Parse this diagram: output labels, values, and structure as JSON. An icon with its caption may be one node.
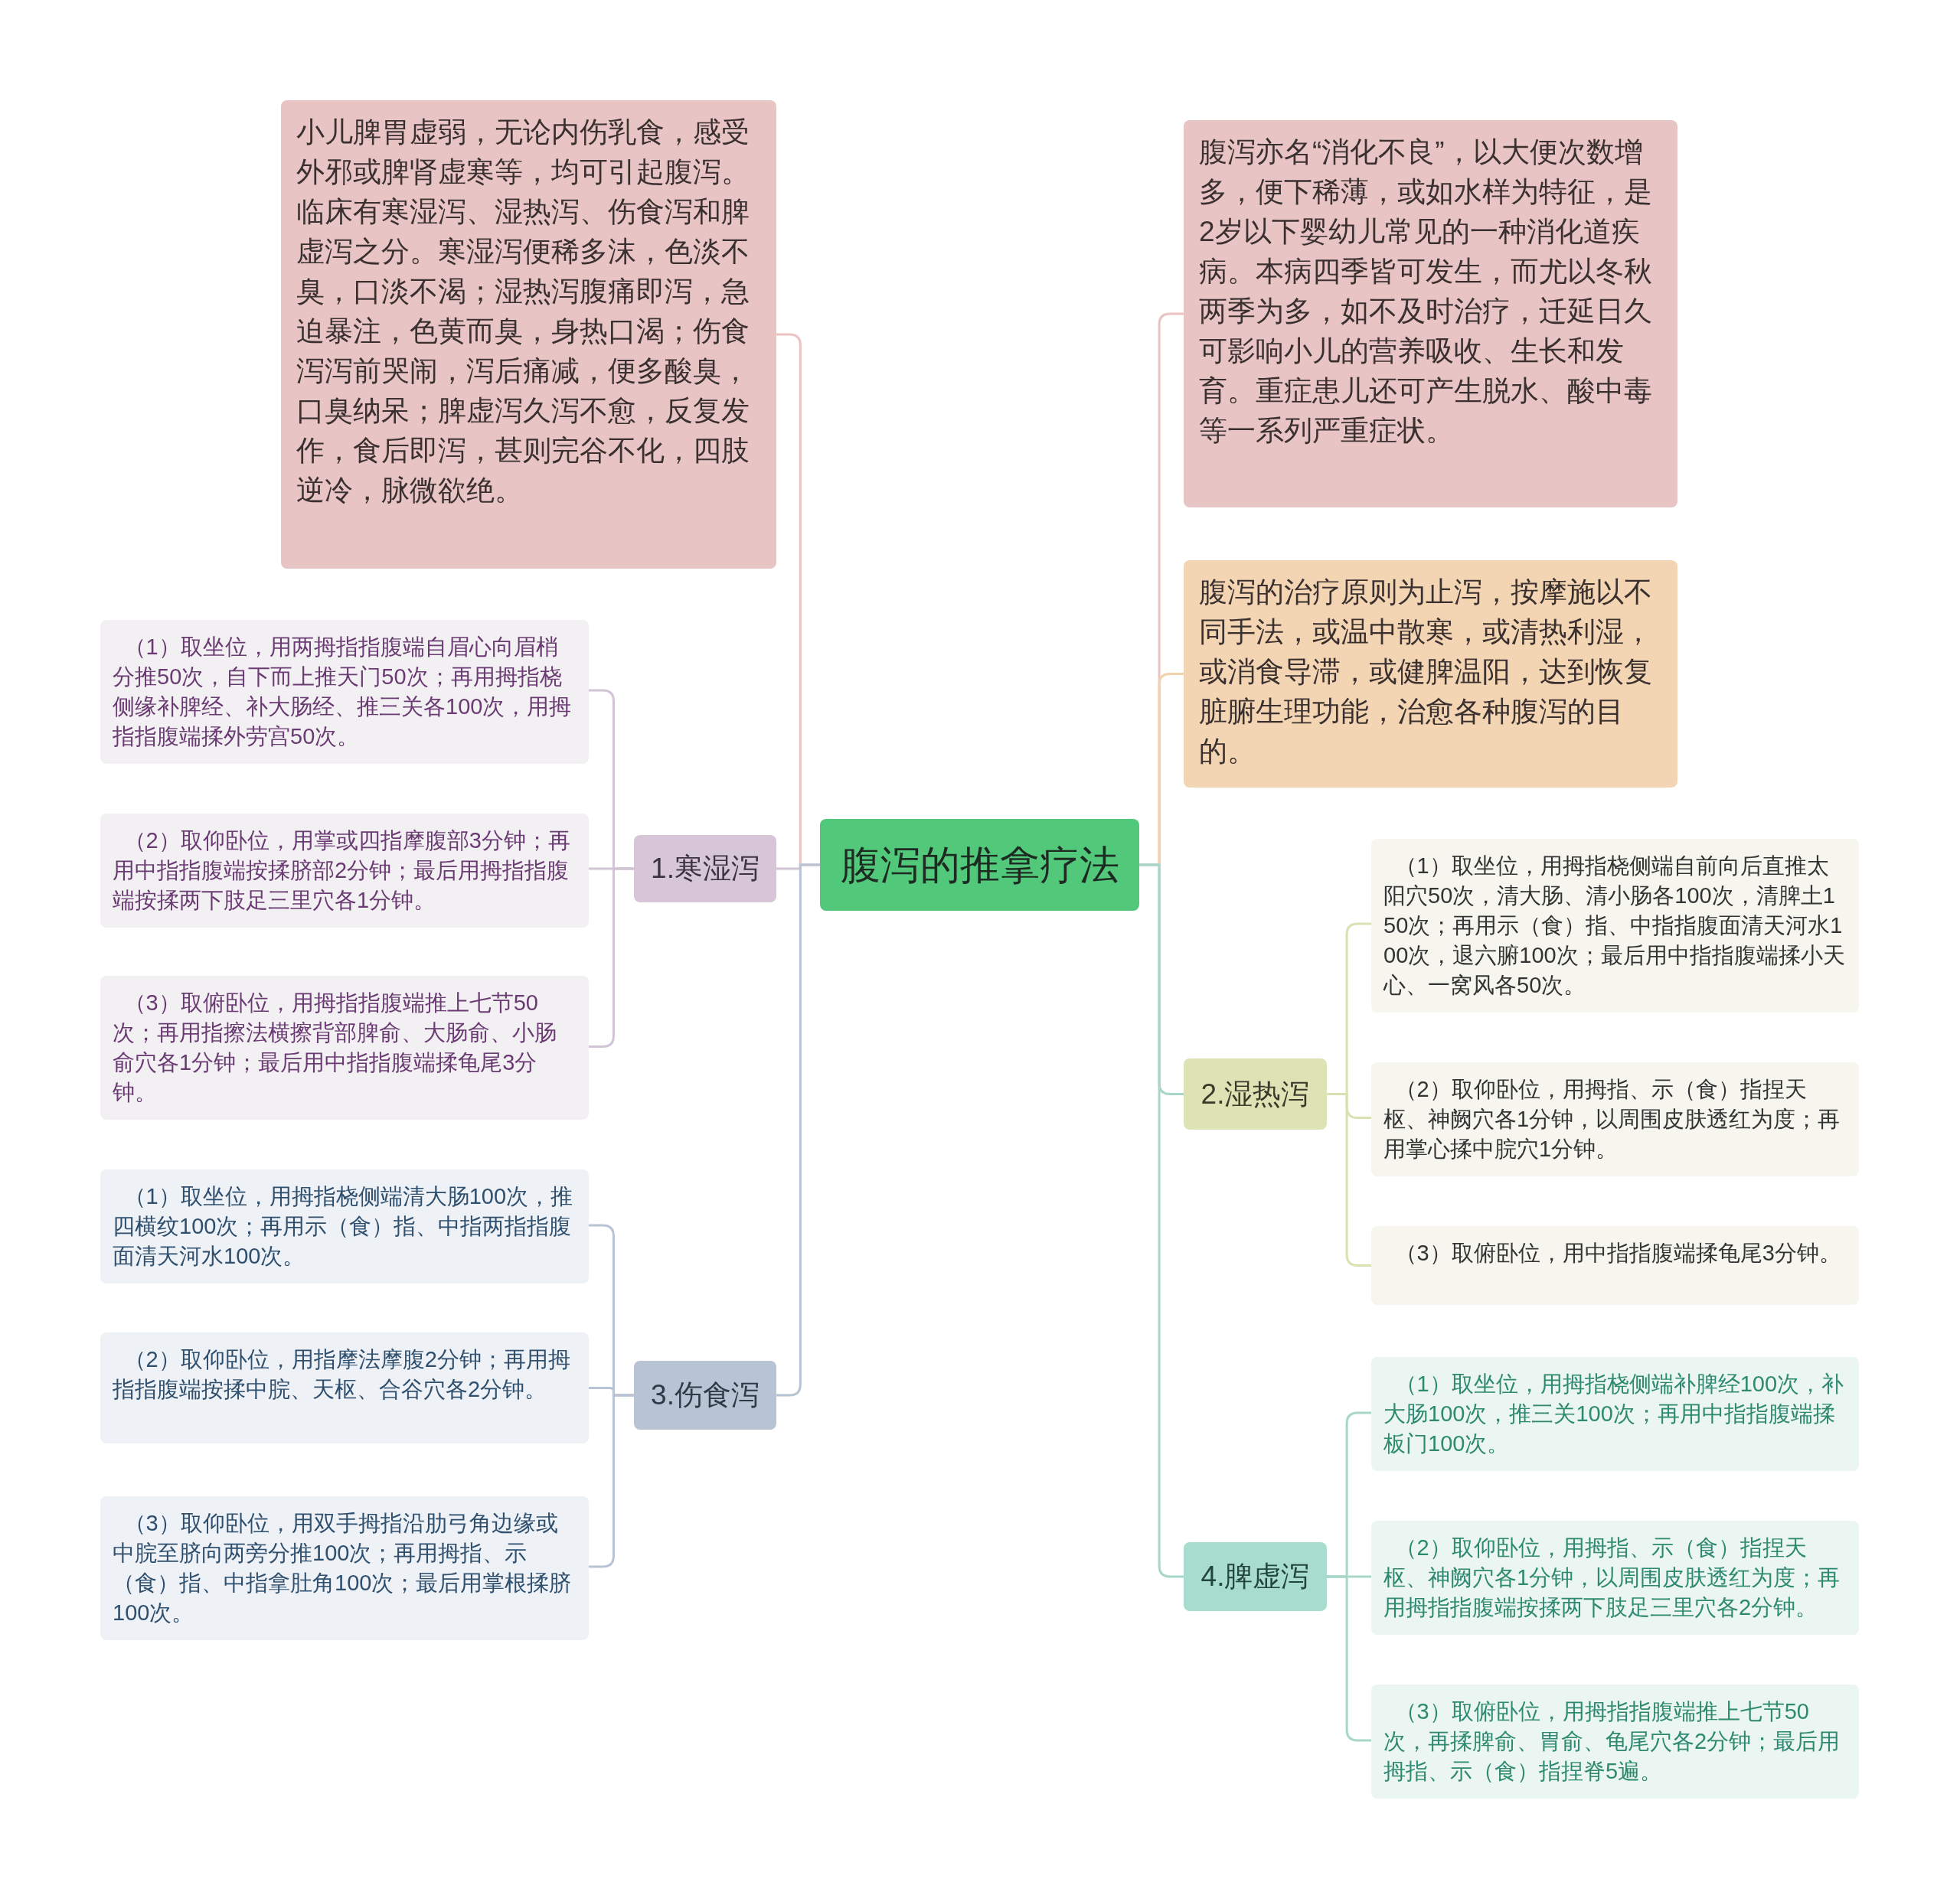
{
  "diagram": {
    "nodes": [
      {
        "text": [
          "腹泻的推拿疗法"
        ]
      },
      {
        "text": [
          "小儿脾胃虚弱，无论内伤乳食，感受外邪或脾肾虚寒等，均可引起腹泻。临床有寒湿泻、湿热泻、伤食泻和脾虚泻之分。寒湿泻便稀多沫，色淡不臭，口淡不渴；湿热泻腹痛即泻，急迫暴注，色黄而臭，身热口渴；伤食泻泻前哭闹，泻后痛减，便多酸臭，口臭纳呆；脾虚泻久泻不愈，反复发作，食后即泻，甚则完谷不化，四肢逆冷，脉微欲绝。"
        ]
      },
      {
        "text": [
          "1.寒湿泻"
        ]
      },
      {
        "text": [
          "（1）取坐位，用两拇指指腹端自眉心向眉梢分推50次，自下而上推天门50次；再用拇指桡侧缘补脾经、补大肠经、推三关各100次，用拇指指腹端揉外劳宫50次。"
        ]
      },
      {
        "text": [
          "（2）取仰卧位，用掌或四指摩腹部3分钟；再用中指指腹端按揉脐部2分钟；最后用拇指指腹端按揉两下肢足三里穴各1分钟。"
        ]
      },
      {
        "text": [
          "（3）取俯卧位，用拇指指腹端推上七节50次；再用指擦法横擦背部脾俞、大肠俞、小肠俞穴各1分钟；最后用中指指腹端揉龟尾3分钟。"
        ]
      },
      {
        "text": [
          "3.伤食泻"
        ]
      },
      {
        "text": [
          "（1）取坐位，用拇指桡侧端清大肠100次，推四横纹100次；再用示（食）指、中指两指指腹面清天河水100次。"
        ]
      },
      {
        "text": [
          "（2）取仰卧位，用指摩法摩腹2分钟；再用拇指指腹端按揉中脘、天枢、合谷穴各2分钟。"
        ]
      },
      {
        "text": [
          "（3）取仰卧位，用双手拇指沿肋弓角边缘或中脘至脐向两旁分推100次；再用拇指、示（食）指、中指拿肚角100次；最后用掌根揉脐100次。"
        ]
      },
      {
        "text": [
          "腹泻亦名“消化不良”，以大便次数增多，便下稀薄，或如水样为特征，是2岁以下婴幼儿常见的一种消化道疾病。本病四季皆可发生，而尤以冬秋两季为多，如不及时治疗，迁延日久可影响小儿的营养吸收、生长和发育。重症患儿还可产生脱水、酸中毒等一系列严重症状。"
        ]
      },
      {
        "text": [
          "腹泻的治疗原则为止泻，按摩施以不同手法，或温中散寒，或清热利湿，或消食导滞，或健脾温阳，达到恢复脏腑生理功能，治愈各种腹泻的目的。"
        ]
      },
      {
        "text": [
          "2.湿热泻"
        ]
      },
      {
        "text": [
          "（1）取坐位，用拇指桡侧端自前向后直推太阳穴50次，清大肠、清小肠各100次，清脾土150次；再用示（食）指、中指指腹面清天河水100次，退六腑100次；最后用中指指腹端揉小天心、一窝风各50次。"
        ]
      },
      {
        "text": [
          "（2）取仰卧位，用拇指、示（食）指捏天枢、神阙穴各1分钟，以周围皮肤透红为度；再用掌心揉中脘穴1分钟。"
        ]
      },
      {
        "text": [
          "（3）取俯卧位，用中指指腹端揉龟尾3分钟。"
        ]
      },
      {
        "text": [
          "4.脾虚泻"
        ]
      },
      {
        "text": [
          "（1）取坐位，用拇指桡侧端补脾经100次，补大肠100次，推三关100次；再用中指指腹端揉板门100次。"
        ]
      },
      {
        "text": [
          "（2）取仰卧位，用拇指、示（食）指捏天枢、神阙穴各1分钟，以周围皮肤透红为度；再用拇指指腹端按揉两下肢足三里穴各2分钟。"
        ]
      },
      {
        "text": [
          "（3）取俯卧位，用拇指指腹端推上七节50次，再揉脾俞、胃俞、龟尾穴各2分钟；最后用拇指、示（食）指捏脊5遍。"
        ]
      }
    ],
    "edges": [
      {
        "from": 0,
        "to": 1,
        "arrow": "none",
        "color": "#ebc3c3"
      },
      {
        "from": 0,
        "to": 2,
        "arrow": "none",
        "color": "#d3c3d6"
      },
      {
        "from": 0,
        "to": 6,
        "arrow": "none",
        "color": "#b8c4d3"
      },
      {
        "from": 0,
        "to": 10,
        "arrow": "none",
        "color": "#ebc3c3"
      },
      {
        "from": 0,
        "to": 11,
        "arrow": "none",
        "color": "#f2d2ad"
      },
      {
        "from": 0,
        "to": 12,
        "arrow": "none",
        "color": "#a8d6c9"
      },
      {
        "from": 0,
        "to": 16,
        "arrow": "none",
        "color": "#a8d6c9"
      },
      {
        "from": 2,
        "to": 3,
        "arrow": "none",
        "color": "#d3c3d6"
      },
      {
        "from": 2,
        "to": 4,
        "arrow": "none",
        "color": "#d3c3d6"
      },
      {
        "from": 2,
        "to": 5,
        "arrow": "none",
        "color": "#d3c3d6"
      },
      {
        "from": 6,
        "to": 7,
        "arrow": "none",
        "color": "#b8c4d3"
      },
      {
        "from": 6,
        "to": 8,
        "arrow": "none",
        "color": "#b8c4d3"
      },
      {
        "from": 6,
        "to": 9,
        "arrow": "none",
        "color": "#b8c4d3"
      },
      {
        "from": 12,
        "to": 13,
        "arrow": "none",
        "color": "#dbe0b2"
      },
      {
        "from": 12,
        "to": 14,
        "arrow": "none",
        "color": "#dbe0b2"
      },
      {
        "from": 12,
        "to": 15,
        "arrow": "none",
        "color": "#dbe0b2"
      },
      {
        "from": 16,
        "to": 17,
        "arrow": "none",
        "color": "#a8d6c9"
      },
      {
        "from": 16,
        "to": 18,
        "arrow": "none",
        "color": "#a8d6c9"
      },
      {
        "from": 16,
        "to": 19,
        "arrow": "none",
        "color": "#a8d6c9"
      }
    ]
  }
}
